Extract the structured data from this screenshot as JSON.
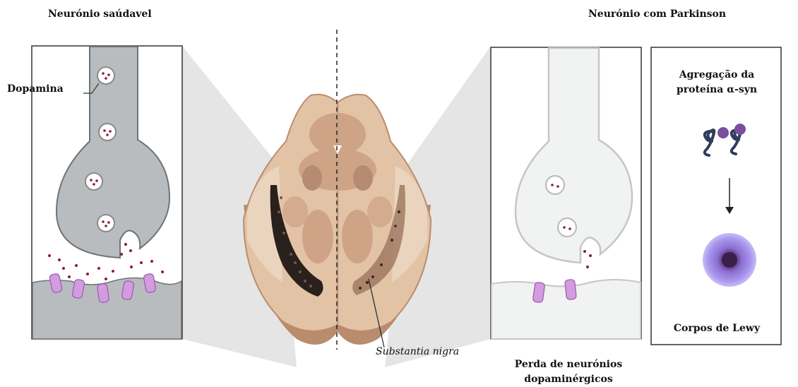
{
  "titles": {
    "healthy": "Neurónio saúdavel",
    "parkinson": "Neurónio com Parkinson"
  },
  "labels": {
    "dopamine": "Dopamina",
    "substantia_nigra": "Substantia nigra",
    "neuron_loss_line1": "Perda de neurónios",
    "neuron_loss_line2": "dopaminérgicos",
    "aggregation_line1": "Agregação da",
    "aggregation_line2": "proteína α-syn",
    "lewy_bodies": "Corpos de Lewy"
  },
  "colors": {
    "healthy_neuron": "#b9bcbe",
    "healthy_neuron_stroke": "#6f7375",
    "faded_neuron": "#f1f2f2",
    "faded_neuron_stroke": "#c4c6c7",
    "vesicle_dot": "#8a1c3c",
    "receptor": "#d39be0",
    "receptor_stroke": "#9b59b0",
    "brainstem_light": "#e2c3a6",
    "brainstem_mid": "#cfa486",
    "brainstem_dark": "#b58c72",
    "nigra_dark": "#2a211d",
    "protein": "#2e3d5c",
    "protein_tag": "#7a4f9e",
    "lewy_outer": "#b7a6f0",
    "lewy_core": "#3a1f4a",
    "zoom_fan": "#dcdcdc"
  }
}
